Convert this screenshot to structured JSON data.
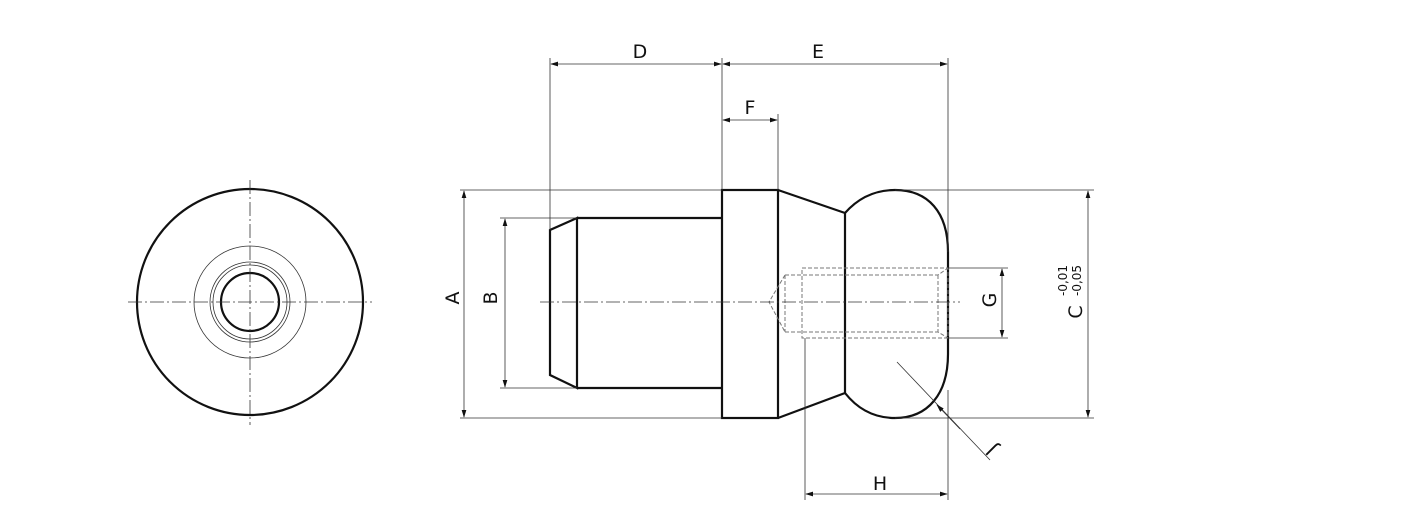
{
  "labels": {
    "A": "A",
    "B": "B",
    "C": "C",
    "D": "D",
    "E": "E",
    "F": "F",
    "G": "G",
    "H": "H",
    "J": "J"
  },
  "tolerance_upper": "-0,01",
  "tolerance_lower": "-0,05",
  "colors": {
    "line": "#111111",
    "hidden": "#777777"
  }
}
